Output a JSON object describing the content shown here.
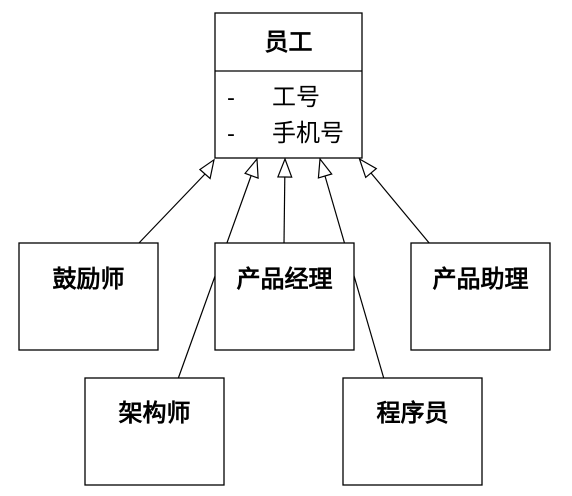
{
  "superclass": {
    "name": "员工",
    "attributes": [
      {
        "visibility": "-",
        "name": "工号"
      },
      {
        "visibility": "-",
        "name": "手机号"
      }
    ]
  },
  "subclasses": [
    {
      "name": "鼓励师"
    },
    {
      "name": "产品经理"
    },
    {
      "name": "产品助理"
    },
    {
      "name": "架构师"
    },
    {
      "name": "程序员"
    }
  ],
  "relationship": "generalization"
}
